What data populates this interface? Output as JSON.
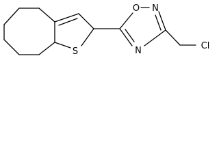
{
  "molecule": {
    "atoms": {
      "thiophene_sulfur": "S",
      "oxadiazole_oxygen": "O",
      "oxadiazole_nitrogen_2": "N",
      "oxadiazole_nitrogen_4": "N",
      "chlorine": "Cl"
    }
  },
  "colors": {
    "bond": "#000000",
    "label": "#000000",
    "background": "#ffffff"
  }
}
